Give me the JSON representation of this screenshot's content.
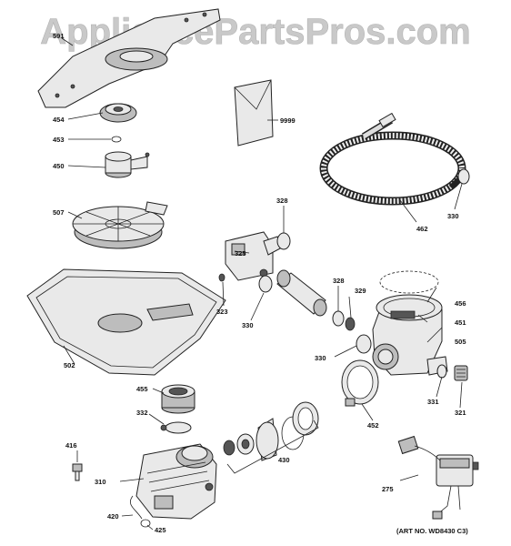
{
  "watermark": "AppliancePartsPros.com",
  "art_number": "(ART NO. WD8430 C3)",
  "callouts": [
    {
      "id": "c591",
      "label": "591"
    },
    {
      "id": "c454",
      "label": "454"
    },
    {
      "id": "c453",
      "label": "453"
    },
    {
      "id": "c450",
      "label": "450"
    },
    {
      "id": "c507",
      "label": "507"
    },
    {
      "id": "c9999",
      "label": "9999"
    },
    {
      "id": "c328a",
      "label": "328"
    },
    {
      "id": "c330a",
      "label": "330"
    },
    {
      "id": "c462",
      "label": "462"
    },
    {
      "id": "c325",
      "label": "325"
    },
    {
      "id": "c323",
      "label": "323"
    },
    {
      "id": "c330b",
      "label": "330"
    },
    {
      "id": "c328b",
      "label": "328"
    },
    {
      "id": "c329",
      "label": "329"
    },
    {
      "id": "c456",
      "label": "456"
    },
    {
      "id": "c451",
      "label": "451"
    },
    {
      "id": "c505",
      "label": "505"
    },
    {
      "id": "c330c",
      "label": "330"
    },
    {
      "id": "c502",
      "label": "502"
    },
    {
      "id": "c455",
      "label": "455"
    },
    {
      "id": "c331",
      "label": "331"
    },
    {
      "id": "c321",
      "label": "321"
    },
    {
      "id": "c452",
      "label": "452"
    },
    {
      "id": "c332",
      "label": "332"
    },
    {
      "id": "c416",
      "label": "416"
    },
    {
      "id": "c430",
      "label": "430"
    },
    {
      "id": "c310",
      "label": "310"
    },
    {
      "id": "c275",
      "label": "275"
    },
    {
      "id": "c420",
      "label": "420"
    },
    {
      "id": "c425",
      "label": "425"
    }
  ]
}
